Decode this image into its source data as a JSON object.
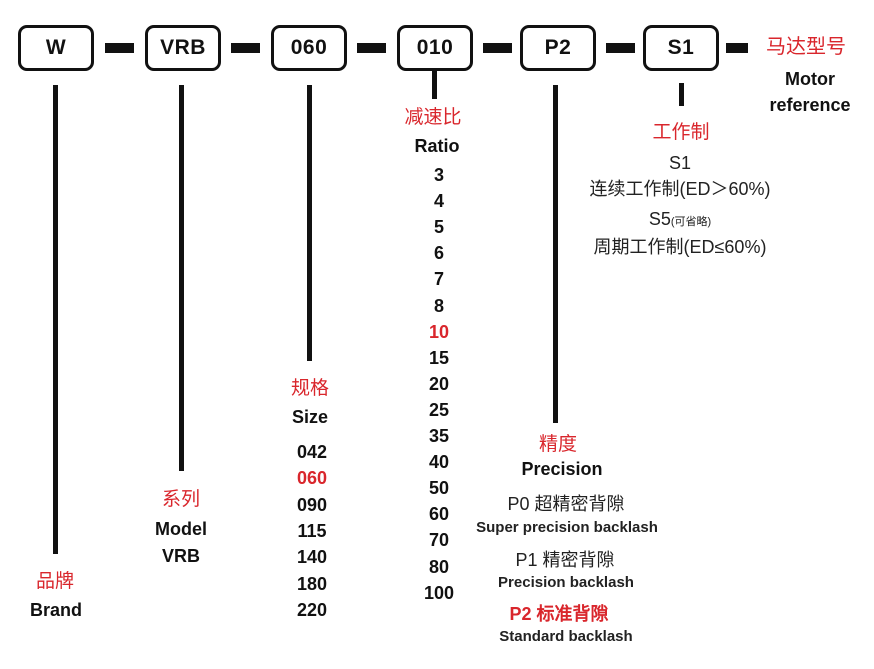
{
  "code": {
    "segments": [
      "W",
      "VRB",
      "060",
      "010",
      "P2",
      "S1"
    ],
    "motor_cn": "马达型号",
    "motor_en_1": "Motor",
    "motor_en_2": "reference"
  },
  "brand": {
    "cn": "品牌",
    "en": "Brand"
  },
  "model": {
    "cn": "系列",
    "en": "Model",
    "value": "VRB"
  },
  "size": {
    "cn": "规格",
    "en": "Size",
    "values": [
      "042",
      "060",
      "090",
      "115",
      "140",
      "180",
      "220"
    ],
    "highlight": "060"
  },
  "ratio": {
    "cn": "减速比",
    "en": "Ratio",
    "values": [
      "3",
      "4",
      "5",
      "6",
      "7",
      "8",
      "10",
      "15",
      "20",
      "25",
      "35",
      "40",
      "50",
      "60",
      "70",
      "80",
      "100"
    ],
    "highlight": "10"
  },
  "precision": {
    "cn": "精度",
    "en": "Precision",
    "items": [
      {
        "title": "P0 超精密背隙",
        "desc": "Super precision backlash",
        "highlight": false
      },
      {
        "title": "P1 精密背隙",
        "desc": "Precision backlash",
        "highlight": false
      },
      {
        "title": "P2 标准背隙",
        "desc": "Standard backlash",
        "highlight": true
      }
    ]
  },
  "duty": {
    "cn": "工作制",
    "s1_code": "S1",
    "s1_desc": "连续工作制(ED＞60%)",
    "s5_code": "S5",
    "s5_note": "(可省略)",
    "s5_desc": "周期工作制(ED≤60%)"
  },
  "colors": {
    "accent": "#d9262c",
    "ink": "#111111"
  }
}
